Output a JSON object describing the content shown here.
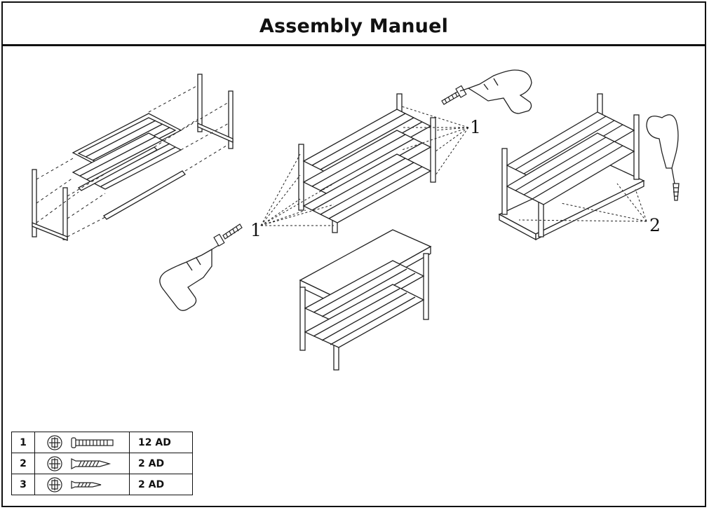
{
  "title": "Assembly Manuel",
  "callouts": {
    "screw_1_left": "1",
    "screw_1_right": "1",
    "screw_2": "2"
  },
  "parts": [
    {
      "number": "1",
      "head_icon": "phillips-head-icon",
      "screw_icon": "bolt-icon",
      "quantity": "12 AD"
    },
    {
      "number": "2",
      "head_icon": "phillips-head-icon",
      "screw_icon": "wood-screw-icon",
      "quantity": "2 AD"
    },
    {
      "number": "3",
      "head_icon": "phillips-head-icon",
      "screw_icon": "small-wood-screw-icon",
      "quantity": "2 AD"
    }
  ]
}
